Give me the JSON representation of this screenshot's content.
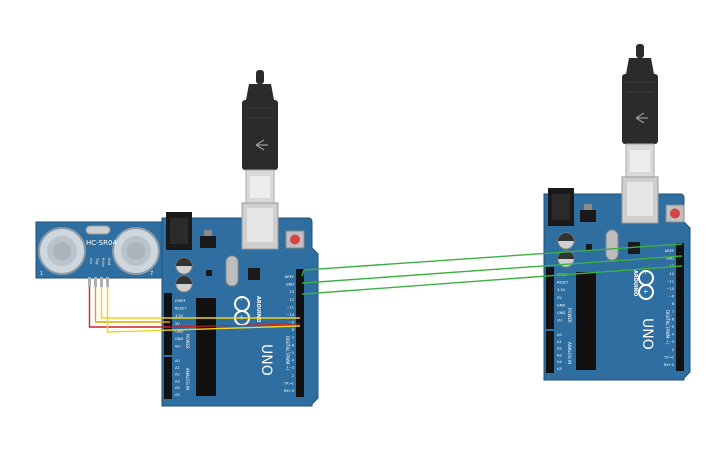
{
  "sensor": {
    "model": "HC-SR04",
    "corner_left": "1",
    "corner_right": "7",
    "pins": [
      "Vcc",
      "Trig",
      "Echo",
      "Gnd"
    ]
  },
  "board_left": {
    "brand": "ARDUINO",
    "model": "UNO",
    "power_labels": [
      "IOREF",
      "RESET",
      "3.3V",
      "5V",
      "GND",
      "GND",
      "Vin"
    ],
    "analog_labels": [
      "A0",
      "A1",
      "A2",
      "A3",
      "A4",
      "A5"
    ],
    "power_section": "POWER",
    "analog_section": "ANALOG IN",
    "digital_section": "DIGITAL (PWM ~)",
    "digital_labels": [
      "AREF",
      "GND",
      "13",
      "12",
      "~11",
      "~10",
      "~9",
      "8",
      "7",
      "~6",
      "~5",
      "4",
      "~3",
      "2",
      "TX→1",
      "RX←0"
    ]
  },
  "board_right": {
    "brand": "ARDUINO",
    "model": "UNO",
    "power_labels": [
      "IOREF",
      "RESET",
      "3.3V",
      "5V",
      "GND",
      "GND",
      "Vin"
    ],
    "analog_labels": [
      "A0",
      "A1",
      "A2",
      "A3",
      "A4",
      "A5"
    ],
    "power_section": "POWER",
    "analog_section": "ANALOG IN",
    "digital_section": "DIGITAL (PWM ~)",
    "digital_labels": [
      "AREF",
      "GND",
      "13",
      "12",
      "~11",
      "~10",
      "~9",
      "8",
      "7",
      "~6",
      "~5",
      "4",
      "~3",
      "2",
      "TX→1",
      "RX←0"
    ]
  },
  "colors": {
    "board": "#2e6ea0",
    "board_edge": "#1f4f78",
    "header": "#1a1a1a",
    "wire_green": "#3cb043",
    "wire_yellow": "#f2d21b",
    "wire_red": "#d42020",
    "wire_orange": "#e6a000",
    "usb_plug": "#2b2b2b",
    "usb_metal": "#d9d9d9"
  },
  "icons": [
    "usb-cable-icon",
    "arduino-logo-icon",
    "reset-button-icon",
    "capacitor-icon",
    "chip-icon"
  ]
}
